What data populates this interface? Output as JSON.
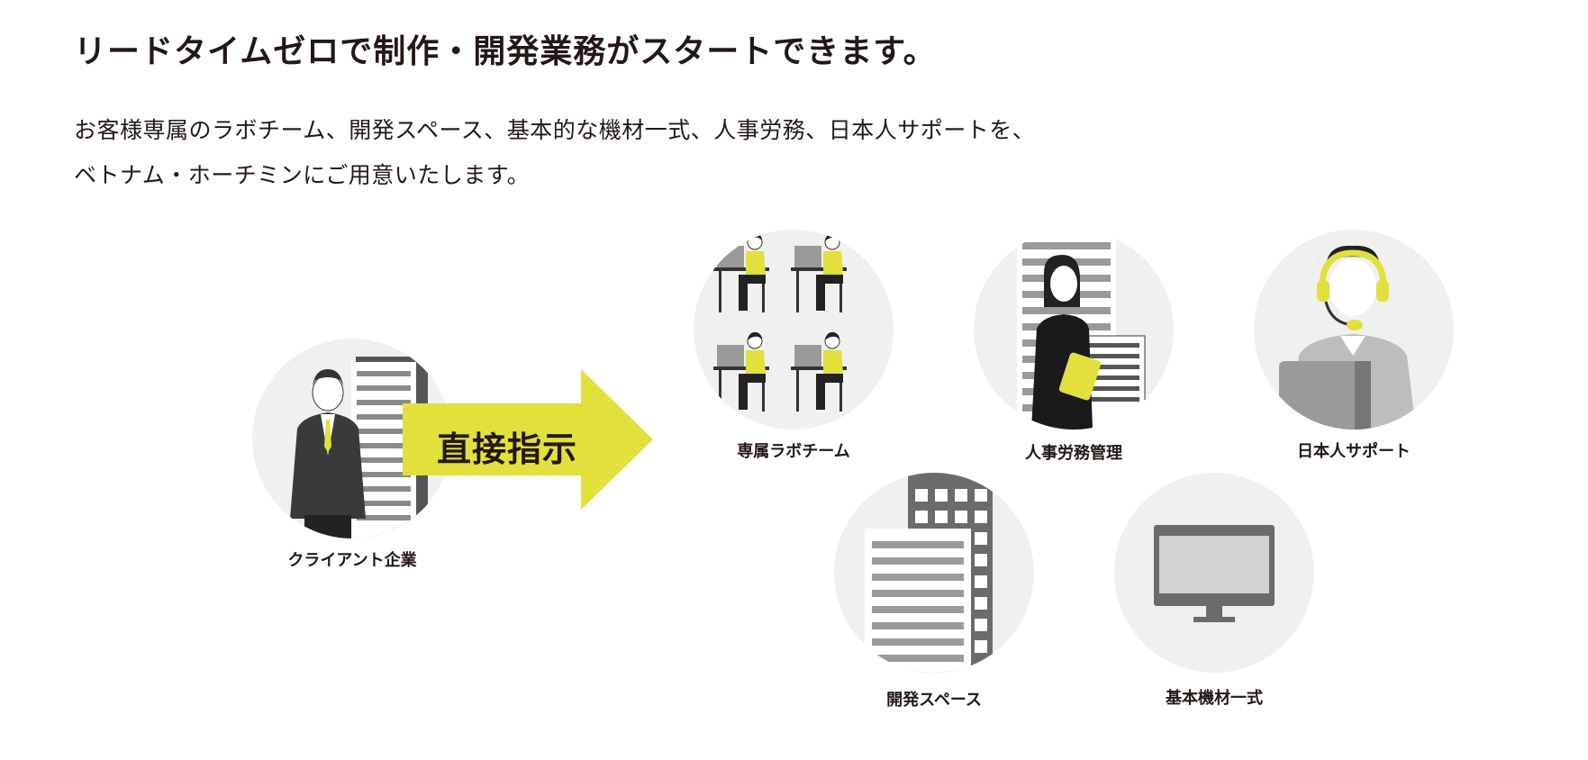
{
  "headline": "リードタイムゼロで制作・開発業務がスタートできます。",
  "lead": [
    "お客様専属のラボチーム、開発スペース、基本的な機材一式、人事労務、日本人サポートを、",
    "ベトナム・ホーチミンにご用意いたします。"
  ],
  "client": {
    "label": "クライアント企業"
  },
  "arrow": {
    "label": "直接指示"
  },
  "services": [
    {
      "label": "専属ラボチーム"
    },
    {
      "label": "人事労務管理"
    },
    {
      "label": "日本人サポート"
    },
    {
      "label": "開発スペース"
    },
    {
      "label": "基本機材一式"
    }
  ],
  "colors": {
    "accent": "#e1e03d",
    "circle": "#f0f0ef",
    "text": "#231815",
    "dark": "#3a3a3a",
    "gray": "#9a9a9a"
  }
}
